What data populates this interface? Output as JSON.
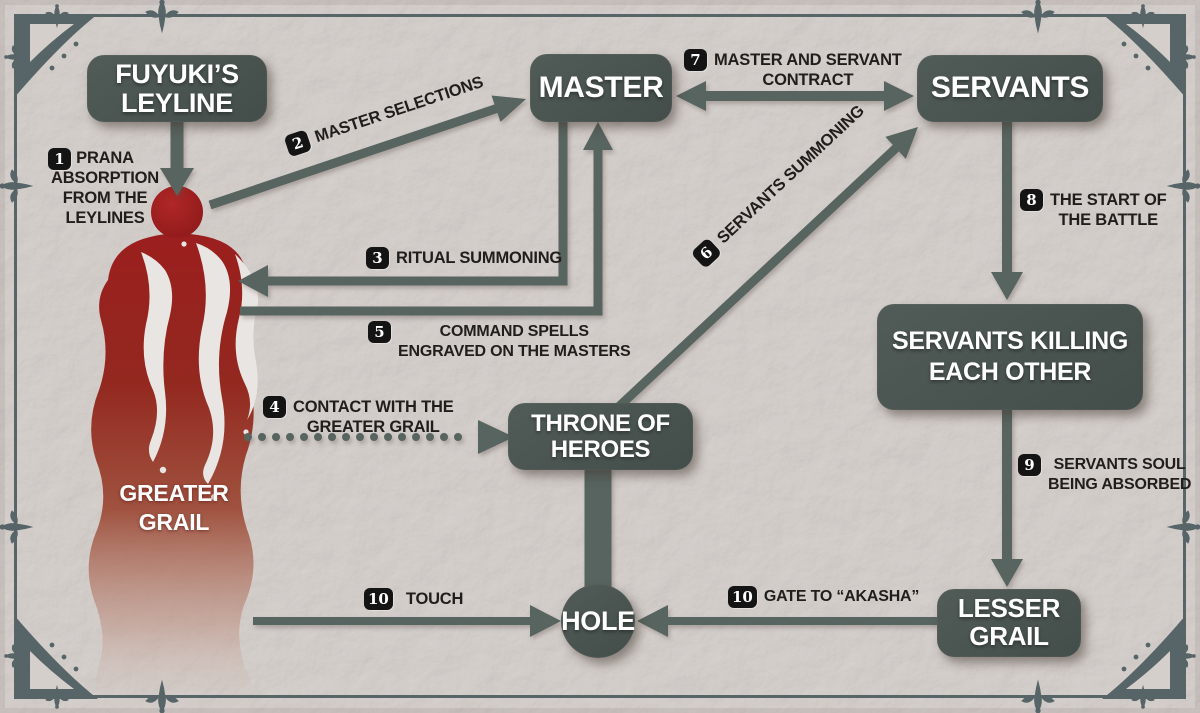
{
  "nodes": {
    "fuyuki": {
      "label": "FUYUKI’S\nLEYLINE"
    },
    "master": {
      "label": "MASTER"
    },
    "servants": {
      "label": "SERVANTS"
    },
    "servants_killing": {
      "label": "SERVANTS KILLING\nEACH OTHER"
    },
    "throne": {
      "label": "THRONE OF\nHEROES"
    },
    "hole": {
      "label": "HOLE"
    },
    "lesser_grail": {
      "label": "LESSER\nGRAIL"
    },
    "greater_grail": {
      "label": "GREATER\nGRAIL"
    }
  },
  "steps": {
    "s1": {
      "num": "1",
      "label": "PRANA\nABSORPTION\nFROM THE\nLEYLINES"
    },
    "s2": {
      "num": "2",
      "label": "MASTER SELECTIONS"
    },
    "s3": {
      "num": "3",
      "label": "RITUAL SUMMONING"
    },
    "s4": {
      "num": "4",
      "label": "CONTACT WITH THE\nGREATER GRAIL"
    },
    "s5": {
      "num": "5",
      "label": "COMMAND SPELLS\nENGRAVED ON THE MASTERS"
    },
    "s6": {
      "num": "6",
      "label": "SERVANTS SUMMONING"
    },
    "s7": {
      "num": "7",
      "label": "MASTER AND SERVANT\nCONTRACT"
    },
    "s8": {
      "num": "8",
      "label": "THE START OF\nTHE BATTLE"
    },
    "s9": {
      "num": "9",
      "label": "SERVANTS SOUL\nBEING ABSORBED"
    },
    "s10a": {
      "num": "10",
      "label": "TOUCH"
    },
    "s10b": {
      "num": "10",
      "label": "GATE TO “AKASHA”"
    }
  },
  "colors": {
    "paper": "#d9d3d0",
    "node_box": "#49534f",
    "arrow": "#57645f",
    "frame": "#4d5c60",
    "grail_red": "#9e1f1f",
    "badge_bg": "#141414",
    "label_text": "#201d1b"
  }
}
